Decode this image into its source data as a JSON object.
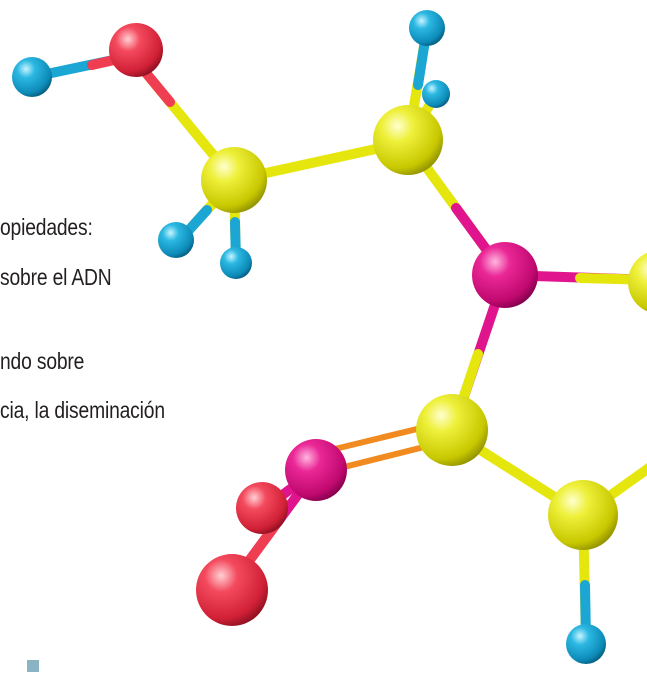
{
  "text_fragments": [
    "opiedades:",
    "sobre el ADN",
    "ndo sobre",
    "cia, la diseminación"
  ],
  "image": {
    "subject": "molecule-model",
    "colors": {
      "yellow_atom": "#e6e60f",
      "magenta_atom": "#e0148c",
      "red_atom": "#ef3d52",
      "blue_atom": "#1ba6d4",
      "double_bond": "#f28b1f",
      "marker": "#8ab4c4"
    }
  }
}
